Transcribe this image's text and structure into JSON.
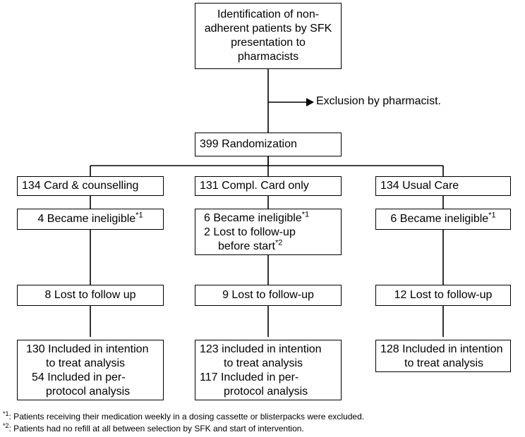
{
  "top_box": {
    "lines": [
      "Identification of non-",
      "adherent patients by SFK",
      "presentation to",
      "pharmacists"
    ]
  },
  "exclusion": {
    "label": "Exclusion by pharmacist."
  },
  "randomization": {
    "label": "399 Randomization"
  },
  "arms": [
    {
      "header": "134 Card & counselling",
      "ineligible": {
        "text": "4 Became ineligible",
        "mark": "*1"
      },
      "lost": "8 Lost to follow up",
      "included": [
        "130 Included in intention",
        "to treat analysis",
        "54 Included in per-",
        "protocol analysis"
      ]
    },
    {
      "header": "131 Compl. Card only",
      "ineligible": {
        "text": "6 Became ineligible",
        "mark": "*1"
      },
      "ineligible_extra": [
        "2 Lost to follow-up",
        "before start"
      ],
      "ineligible_extra_mark": "*2",
      "lost": "9 Lost to follow-up",
      "included": [
        "123 included in intention",
        "to treat analysis",
        "117 Included in per-",
        "protocol analysis"
      ]
    },
    {
      "header": "134 Usual Care",
      "ineligible": {
        "text": "6 Became ineligible",
        "mark": "*1"
      },
      "lost": "12 Lost to follow-up",
      "included": [
        "128 Included in intention",
        "to treat analysis"
      ]
    }
  ],
  "footnotes": [
    {
      "mark": "*1",
      "text": ": Patients receiving their medication weekly in a dosing cassette or blisterpacks were excluded."
    },
    {
      "mark": "*2",
      "text": ": Patients had no refill at all between selection by SFK and start of intervention."
    }
  ]
}
